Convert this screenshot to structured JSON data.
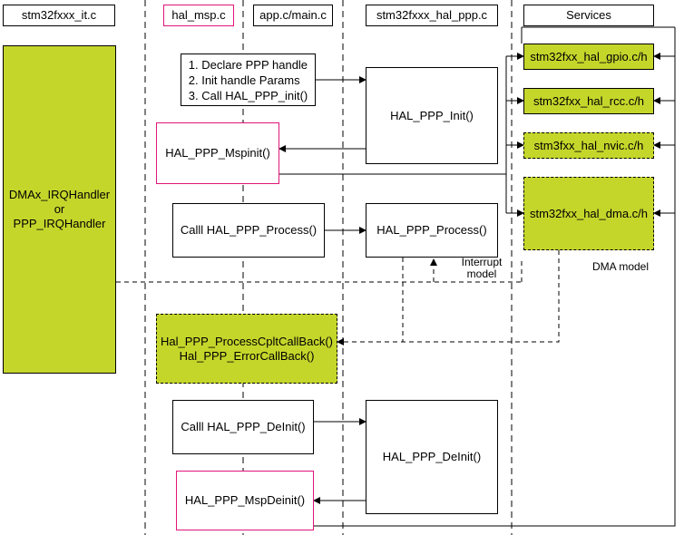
{
  "headers": {
    "it": "stm32fxxx_it.c",
    "msp": "hal_msp.c",
    "main": "app.c/main.c",
    "ppp": "stm32fxxx_hal_ppp.c",
    "services": "Services"
  },
  "boxes": {
    "irq": "DMAx_IRQHandler\nor\nPPP_IRQHandler",
    "steps": "1. Declare PPP handle\n2. Init handle Params\n3. Call HAL_PPP_init()",
    "init": "HAL_PPP_Init()",
    "mspinit": "HAL_PPP_Mspinit()",
    "call_process": "Calll HAL_PPP_Process()",
    "process": "HAL_PPP_Process()",
    "callbacks": "Hal_PPP_ProcessCpltCallBack()\nHal_PPP_ErrorCallBack()",
    "call_deinit": "Calll HAL_PPP_DeInit()",
    "deinit": "HAL_PPP_DeInit()",
    "mspdeinit": "HAL_PPP_MspDeinit()",
    "gpio": "stm32fxx_hal_gpio.c/h",
    "rcc": "stm32fxx_hal_rcc.c/h",
    "nvic": "stm3fxx_hal_nvic.c/h",
    "dma": "stm32fxx_hal_dma.c/h"
  },
  "labels": {
    "interrupt_model": "Interrupt\nmodel",
    "dma_model": "DMA model"
  },
  "colors": {
    "accent_green": "#c5d62b",
    "msp_border": "#e0157a"
  }
}
